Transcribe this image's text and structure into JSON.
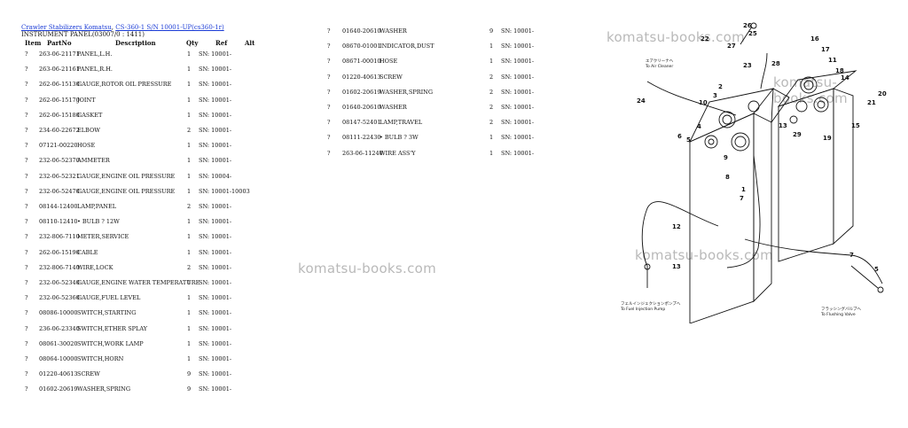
{
  "breadcrumb": {
    "link1": "Crawler Stabilizers Komatsu",
    "separator": ",",
    "link2": "CS-360-1 S/N 10001-UP(cs360-1r)"
  },
  "section_title": "INSTRUMENT PANEL(03007/0 : 1411)",
  "columns": {
    "item": "Item",
    "partno": "PartNo",
    "description": "Description",
    "qty": "Qty",
    "ref": "Ref",
    "alt": "Alt"
  },
  "left_parts": [
    {
      "item": "?",
      "partno": "263-06-21171",
      "desc": "PANEL,L.H.",
      "qty": "1",
      "sn": "SN: 10001-"
    },
    {
      "item": "?",
      "partno": "263-06-21161",
      "desc": "PANEL,R.H.",
      "qty": "1",
      "sn": "SN: 10001-"
    },
    {
      "item": "?",
      "partno": "262-06-15130",
      "desc": "GAUGE,ROTOR OIL PRESSURE",
      "qty": "1",
      "sn": "SN: 10001-"
    },
    {
      "item": "?",
      "partno": "262-06-15170",
      "desc": "JOINT",
      "qty": "1",
      "sn": "SN: 10001-"
    },
    {
      "item": "?",
      "partno": "262-06-15180",
      "desc": "GASKET",
      "qty": "1",
      "sn": "SN: 10001-"
    },
    {
      "item": "?",
      "partno": "234-60-22672",
      "desc": "ELBOW",
      "qty": "2",
      "sn": "SN: 10001-"
    },
    {
      "item": "?",
      "partno": "07121-00220",
      "desc": "HOSE",
      "qty": "1",
      "sn": "SN: 10001-"
    },
    {
      "item": "?",
      "partno": "232-06-52370",
      "desc": "AMMETER",
      "qty": "1",
      "sn": "SN: 10001-"
    },
    {
      "item": "?",
      "partno": "232-06-52321",
      "desc": "GAUGE,ENGINE OIL PRESSURE",
      "qty": "1",
      "sn": "SN: 10004-"
    },
    {
      "item": "?",
      "partno": "232-06-52470",
      "desc": "GAUGE,ENGINE OIL PRESSURE",
      "qty": "1",
      "sn": "SN: 10001-10003"
    },
    {
      "item": "?",
      "partno": "08144-12400",
      "desc": "LAMP,PANEL",
      "qty": "2",
      "sn": "SN: 10001-"
    },
    {
      "item": "?",
      "partno": "08110-12410",
      "desc": "• BULB ? 12W",
      "qty": "1",
      "sn": "SN: 10001-"
    },
    {
      "item": "?",
      "partno": "232-806-7110",
      "desc": "METER,SERVICE",
      "qty": "1",
      "sn": "SN: 10001-"
    },
    {
      "item": "?",
      "partno": "262-06-15190",
      "desc": "CABLE",
      "qty": "1",
      "sn": "SN: 10001-"
    },
    {
      "item": "?",
      "partno": "232-806-7140",
      "desc": "WIRE,LOCK",
      "qty": "2",
      "sn": "SN: 10001-"
    },
    {
      "item": "?",
      "partno": "232-06-52340",
      "desc": "GAUGE,ENGINE WATER TEMPERATURE",
      "qty": "1",
      "sn": "SN: 10001-"
    },
    {
      "item": "?",
      "partno": "232-06-52360",
      "desc": "GAUGE,FUEL LEVEL",
      "qty": "1",
      "sn": "SN: 10001-"
    },
    {
      "item": "?",
      "partno": "08086-10000",
      "desc": "SWITCH,STARTING",
      "qty": "1",
      "sn": "SN: 10001-"
    },
    {
      "item": "?",
      "partno": "236-06-23340",
      "desc": "SWITCH,ETHER SPLAY",
      "qty": "1",
      "sn": "SN: 10001-"
    },
    {
      "item": "?",
      "partno": "08061-30020",
      "desc": "SWITCH,WORK LAMP",
      "qty": "1",
      "sn": "SN: 10001-"
    },
    {
      "item": "?",
      "partno": "08064-10000",
      "desc": "SWITCH,HORN",
      "qty": "1",
      "sn": "SN: 10001-"
    },
    {
      "item": "?",
      "partno": "01220-40613",
      "desc": "SCREW",
      "qty": "9",
      "sn": "SN: 10001-"
    },
    {
      "item": "?",
      "partno": "01602-20619",
      "desc": "WASHER,SPRING",
      "qty": "9",
      "sn": "SN: 10001-"
    }
  ],
  "right_parts": [
    {
      "item": "?",
      "partno": "01640-20610",
      "desc": "WASHER",
      "qty": "9",
      "sn": "SN: 10001-"
    },
    {
      "item": "?",
      "partno": "08670-01001",
      "desc": "INDICATOR,DUST",
      "qty": "1",
      "sn": "SN: 10001-"
    },
    {
      "item": "?",
      "partno": "08671-00010",
      "desc": "HOSE",
      "qty": "1",
      "sn": "SN: 10001-"
    },
    {
      "item": "?",
      "partno": "01220-40613",
      "desc": "SCREW",
      "qty": "2",
      "sn": "SN: 10001-"
    },
    {
      "item": "?",
      "partno": "01602-20619",
      "desc": "WASHER,SPRING",
      "qty": "2",
      "sn": "SN: 10001-"
    },
    {
      "item": "?",
      "partno": "01640-20610",
      "desc": "WASHER",
      "qty": "2",
      "sn": "SN: 10001-"
    },
    {
      "item": "?",
      "partno": "08147-52401",
      "desc": "LAMP,TRAVEL",
      "qty": "2",
      "sn": "SN: 10001-"
    },
    {
      "item": "?",
      "partno": "08111-22430",
      "desc": "• BULB ? 3W",
      "qty": "1",
      "sn": "SN: 10001-"
    },
    {
      "item": "?",
      "partno": "263-06-11240",
      "desc": "WIRE ASS'Y",
      "qty": "1",
      "sn": "SN: 10001-"
    }
  ],
  "watermarks": [
    "komatsu-books.com",
    "komatsu-books.com",
    "komatsu-books.com",
    "komatsu-books.com",
    "komatsu-books.com"
  ],
  "diagram": {
    "callouts": [
      "26",
      "25",
      "27",
      "22",
      "23",
      "28",
      "16",
      "17",
      "18",
      "11",
      "14",
      "20",
      "21",
      "24",
      "3",
      "2",
      "10",
      "1",
      "4",
      "5",
      "6",
      "9",
      "8",
      "7",
      "12",
      "13",
      "29",
      "19",
      "15",
      "13",
      "7",
      "5"
    ],
    "labels": {
      "air_cleaner": "エアクリーナヘ\nTo Air Cleaner",
      "fuel_pump": "フェルインジェクションポンプへ\nTo Fuel Injection Pump",
      "flushing_valve": "フラッシングバルブへ\nTo Flushing Valve"
    }
  }
}
